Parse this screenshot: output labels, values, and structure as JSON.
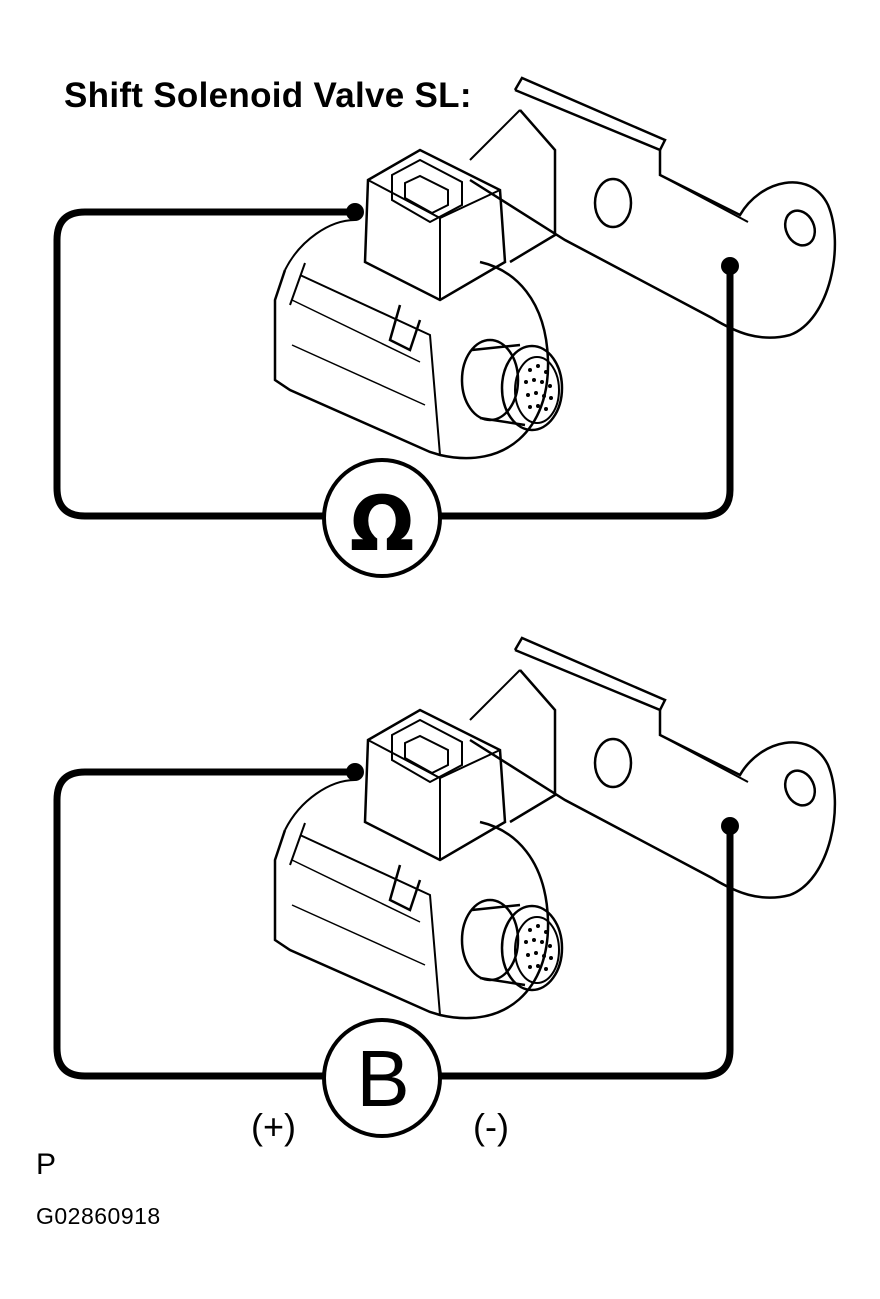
{
  "title": "Shift Solenoid Valve SL:",
  "panels": [
    {
      "meter_symbol": "Ω",
      "meter": "ohmmeter",
      "icons": [
        "solenoid-valve-icon",
        "mounting-bracket-icon",
        "connector-terminal-icon"
      ]
    },
    {
      "meter_symbol": "B",
      "meter": "battery",
      "positive_label": "(+)",
      "negative_label": "(-)",
      "icons": [
        "solenoid-valve-icon",
        "mounting-bracket-icon",
        "connector-terminal-icon"
      ]
    }
  ],
  "view_code": "P",
  "figure_id": "G02860918"
}
